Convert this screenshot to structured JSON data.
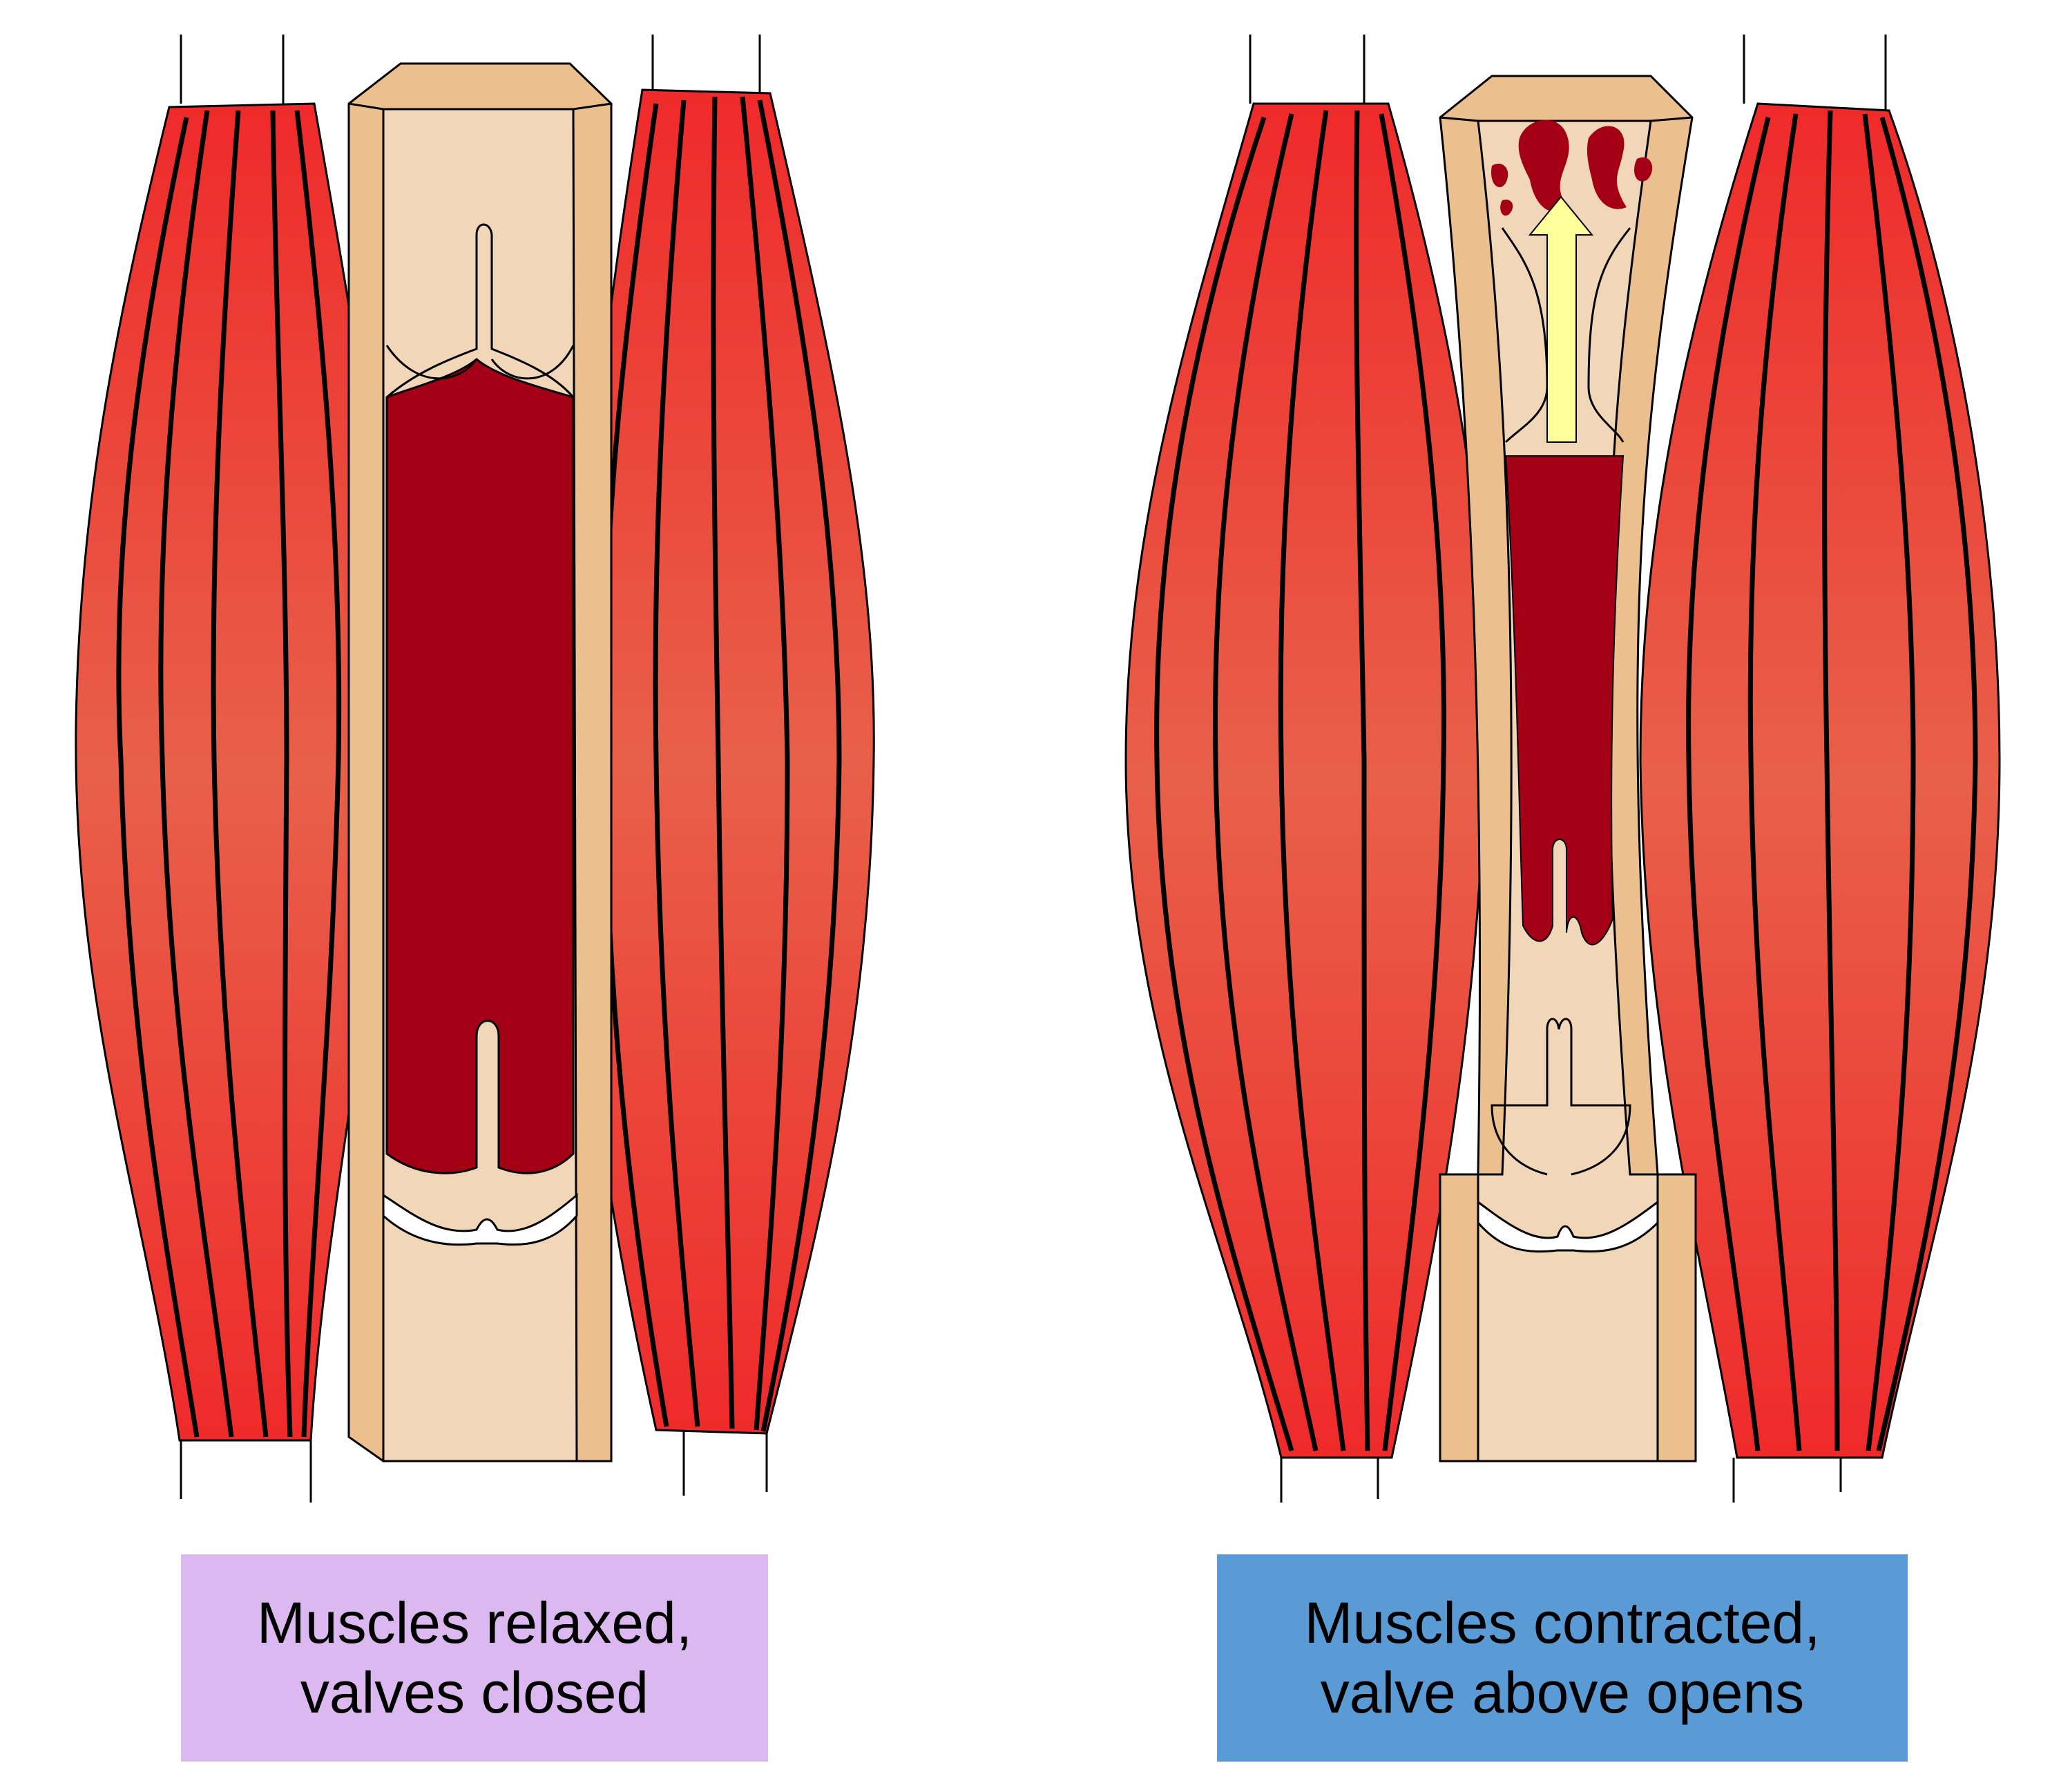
{
  "panels": [
    {
      "id": "relaxed",
      "caption_line1": "Muscles relaxed,",
      "caption_line2": "valves closed",
      "caption_color": "#dcb8f0"
    },
    {
      "id": "contracted",
      "caption_line1": "Muscles contracted,",
      "caption_line2": "valve above opens",
      "caption_color": "#5b9bd5"
    }
  ],
  "colors": {
    "muscle": "#e8543f",
    "muscle_edge": "#ef2a2a",
    "fiber": "#000000",
    "vein_wall": "#ebc08e",
    "vein_lumen": "#f1d7b8",
    "blood": "#a30015",
    "arrow": "#ffff99"
  },
  "icons": {
    "flow_arrow": "arrow-up-icon"
  }
}
